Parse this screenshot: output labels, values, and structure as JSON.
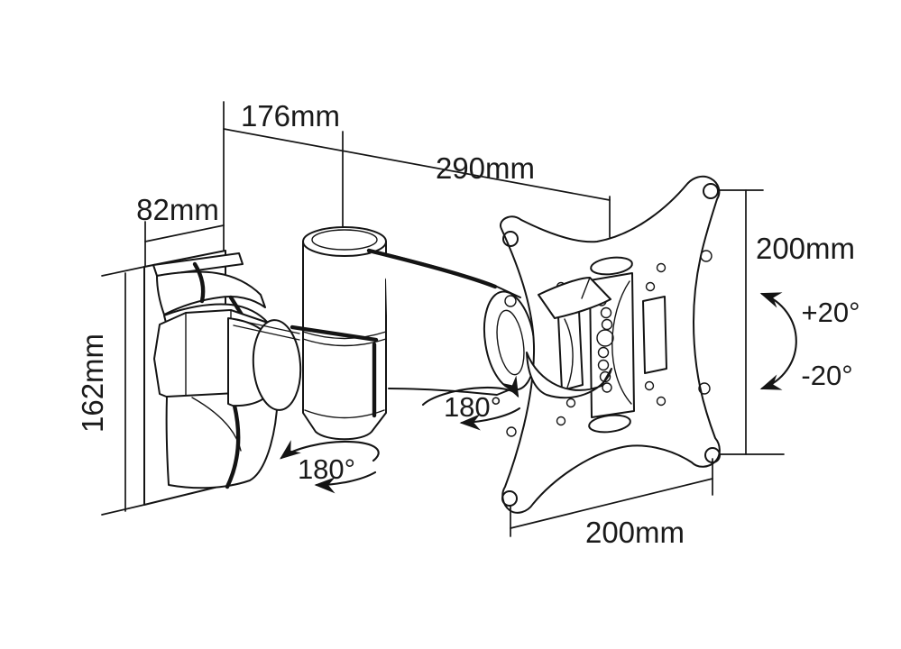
{
  "diagram": {
    "title": "Articulating TV wall-mount bracket dimensional drawing",
    "background_color": "#ffffff",
    "line_color": "#141414",
    "labels": {
      "dim_176": "176mm",
      "dim_290": "290mm",
      "dim_82": "82mm",
      "dim_162": "162mm",
      "dim_200_right": "200mm",
      "dim_200_bottom": "200mm",
      "tilt_up": "+20°",
      "tilt_down": "-20°",
      "swivel_arm": "180°",
      "swivel_plate": "180°"
    }
  }
}
